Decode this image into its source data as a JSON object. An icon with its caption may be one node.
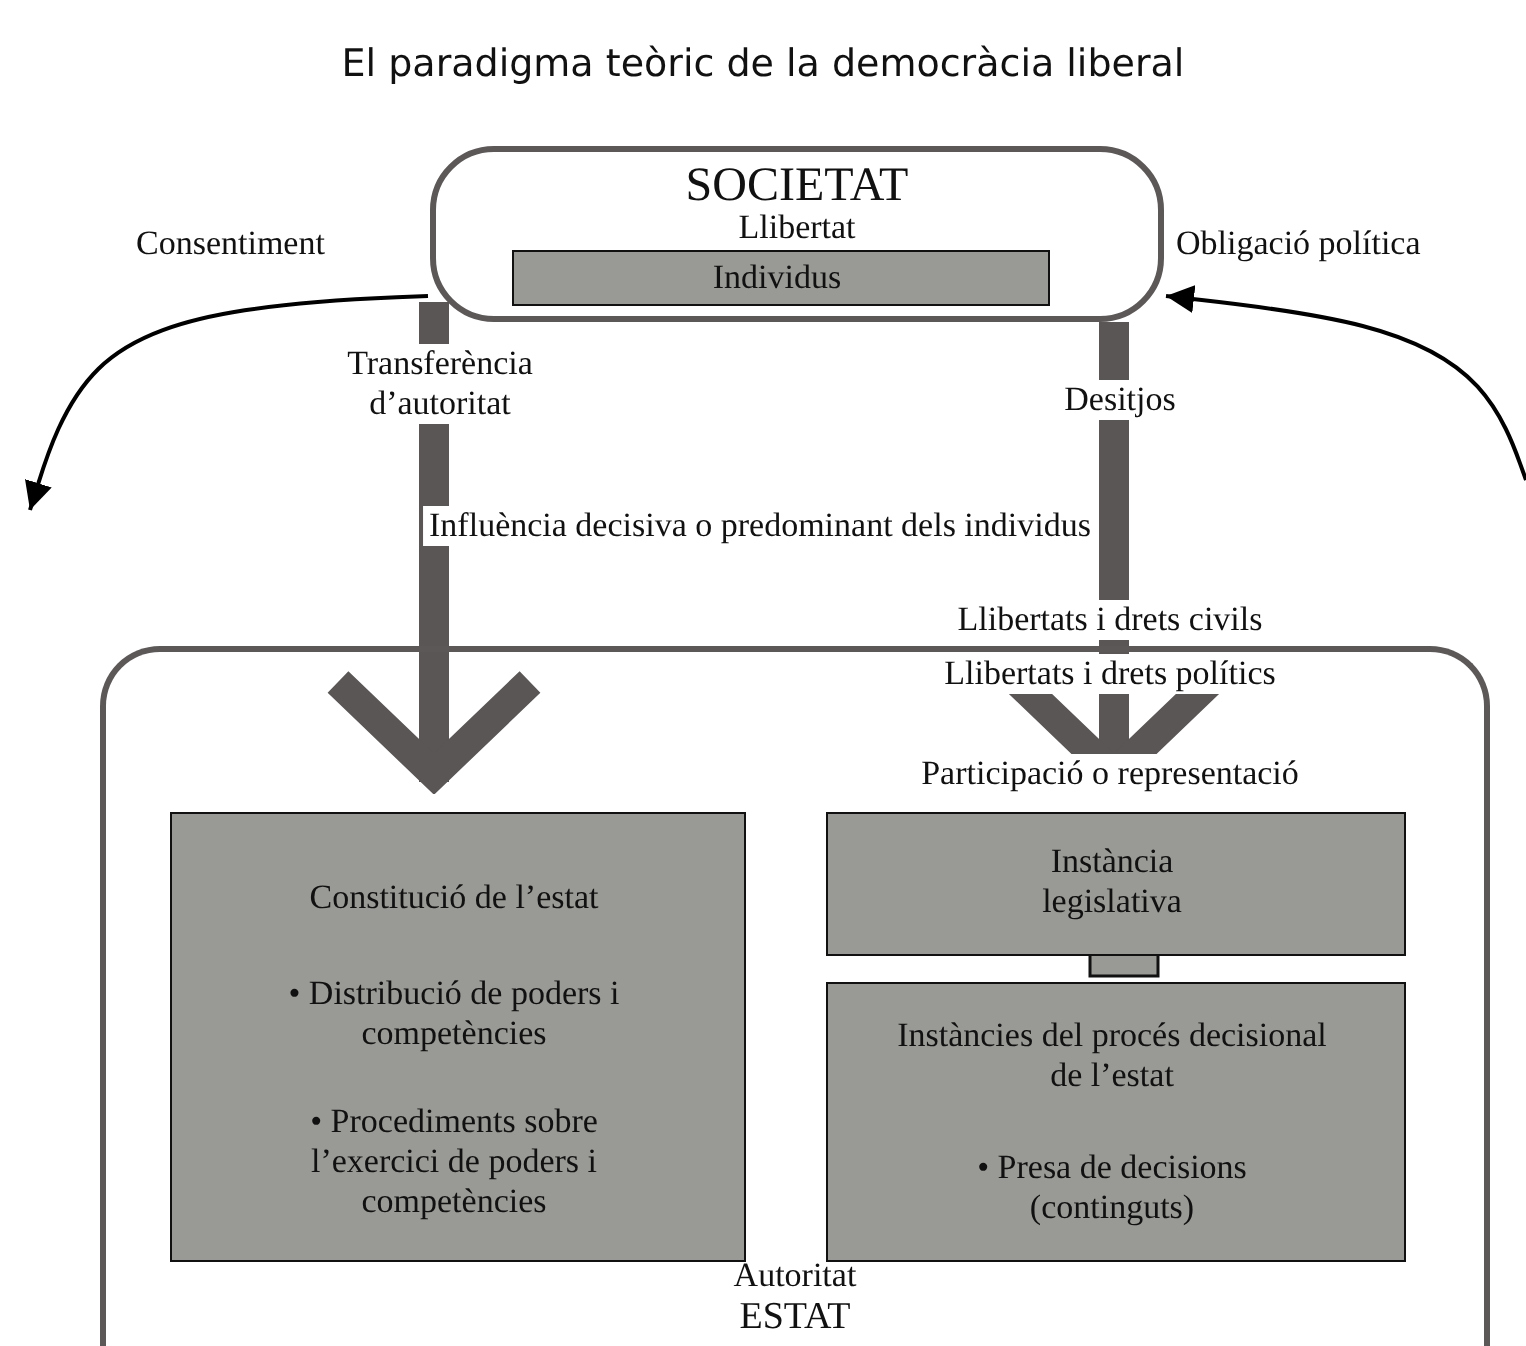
{
  "diagram": {
    "title": "El paradigma teòric de la democràcia liberal",
    "nodes": [
      {
        "text": [
          "SOCIETAT",
          "Llibertat"
        ]
      },
      {
        "text": [
          "Individus"
        ],
        "in": 0
      },
      {
        "text": [
          "Autoritat",
          "ESTAT"
        ]
      },
      {
        "text": [
          "Constitució de l’estat",
          "• Distribució de poders i competències",
          "• Procediments sobre l’exercici de poders i competències"
        ],
        "in": 2
      },
      {
        "text": [
          "Instància legislativa"
        ],
        "in": 2
      },
      {
        "text": [
          "Instàncies del procés decisional de l’estat",
          "• Presa de decisions (continguts)"
        ],
        "in": 2
      }
    ],
    "edges": [
      {
        "from": 0,
        "to": 3,
        "arrow": "to",
        "label": "Transferència d’autoritat",
        "style": "thick"
      },
      {
        "from": 0,
        "to": 4,
        "arrow": "to",
        "label": "Desitjos",
        "style": "thick"
      },
      {
        "from": 4,
        "to": 5,
        "arrow": "none",
        "style": "thick"
      },
      {
        "from": 0,
        "to": null,
        "arrow": "to"
      },
      {
        "from": null,
        "to": 0,
        "arrow": "to"
      }
    ],
    "labels": [
      "Consentiment",
      "Obligació política",
      "Influència decisiva o predominant dels individus",
      "Llibertats i drets civils",
      "Llibertats i drets polítics",
      "Participació o representació"
    ]
  }
}
